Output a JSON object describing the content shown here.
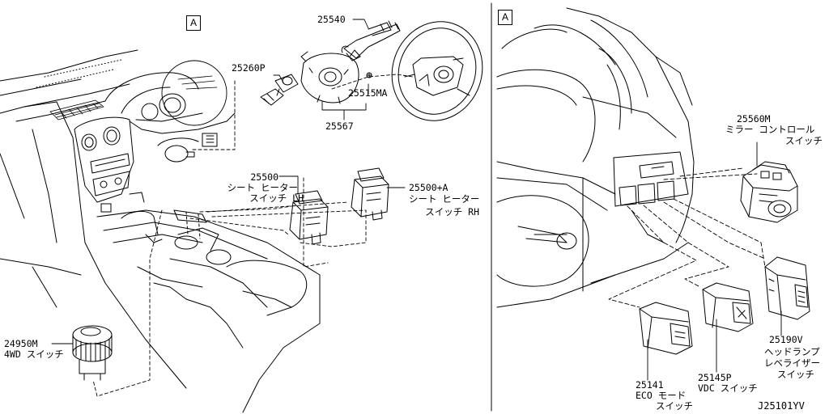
{
  "view_markers": {
    "left": "A",
    "right": "A"
  },
  "parts": {
    "p25540": {
      "number": "25540"
    },
    "p25260P": {
      "number": "25260P"
    },
    "p25515MA": {
      "number": "25515MA"
    },
    "p25567": {
      "number": "25567"
    },
    "p25500_lh": {
      "number": "25500",
      "name_line1": "シート ヒーター",
      "name_line2": "スイッチ LH"
    },
    "p25500A_rh": {
      "number": "25500+A",
      "name_line1": "シート ヒーター",
      "name_line2": "スイッチ RH"
    },
    "p24950M": {
      "number": "24950M",
      "name_line1": "4WD スイッチ"
    },
    "p25560M": {
      "number": "25560M",
      "name_line1": "ミラー コントロール",
      "name_line2": "スイッチ"
    },
    "p25190V": {
      "number": "25190V",
      "name_line1": "ヘッドランプ",
      "name_line2": "レベライザー",
      "name_line3": "スイッチ"
    },
    "p25145P": {
      "number": "25145P",
      "name_line1": "VDC スイッチ"
    },
    "p25141": {
      "number": "25141",
      "name_line1": "ECO モード",
      "name_line2": "スイッチ"
    }
  },
  "diagram_code": "J25101YV"
}
